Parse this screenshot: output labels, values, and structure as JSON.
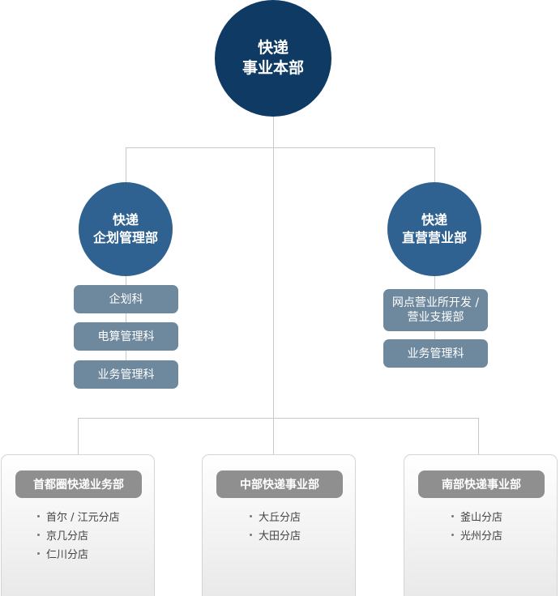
{
  "top_node": {
    "line1": "快递",
    "line2": "事业本部"
  },
  "left_node": {
    "line1": "快递",
    "line2": "企划管理部",
    "units": [
      "企划科",
      "电算管理科",
      "业务管理科"
    ]
  },
  "right_node": {
    "line1": "快递",
    "line2": "直营营业部",
    "unit1_line1": "网点营业所开发 /",
    "unit1_line2": "营业支援部",
    "unit2": "业务管理科"
  },
  "regions": [
    {
      "title": "首都圈快递业务部",
      "branches": [
        "首尔 / 江元分店",
        "京几分店",
        "仁川分店"
      ]
    },
    {
      "title": "中部快递事业部",
      "branches": [
        "大丘分店",
        "大田分店"
      ]
    },
    {
      "title": "南部快递事业部",
      "branches": [
        "釜山分店",
        "光州分店"
      ]
    }
  ],
  "colors": {
    "top_circle": "#0e3a63",
    "mid_circle": "#2f6290",
    "unit_pill": "#6e889e",
    "region_title": "#8f8f8f",
    "connector": "#c8c8c8"
  }
}
